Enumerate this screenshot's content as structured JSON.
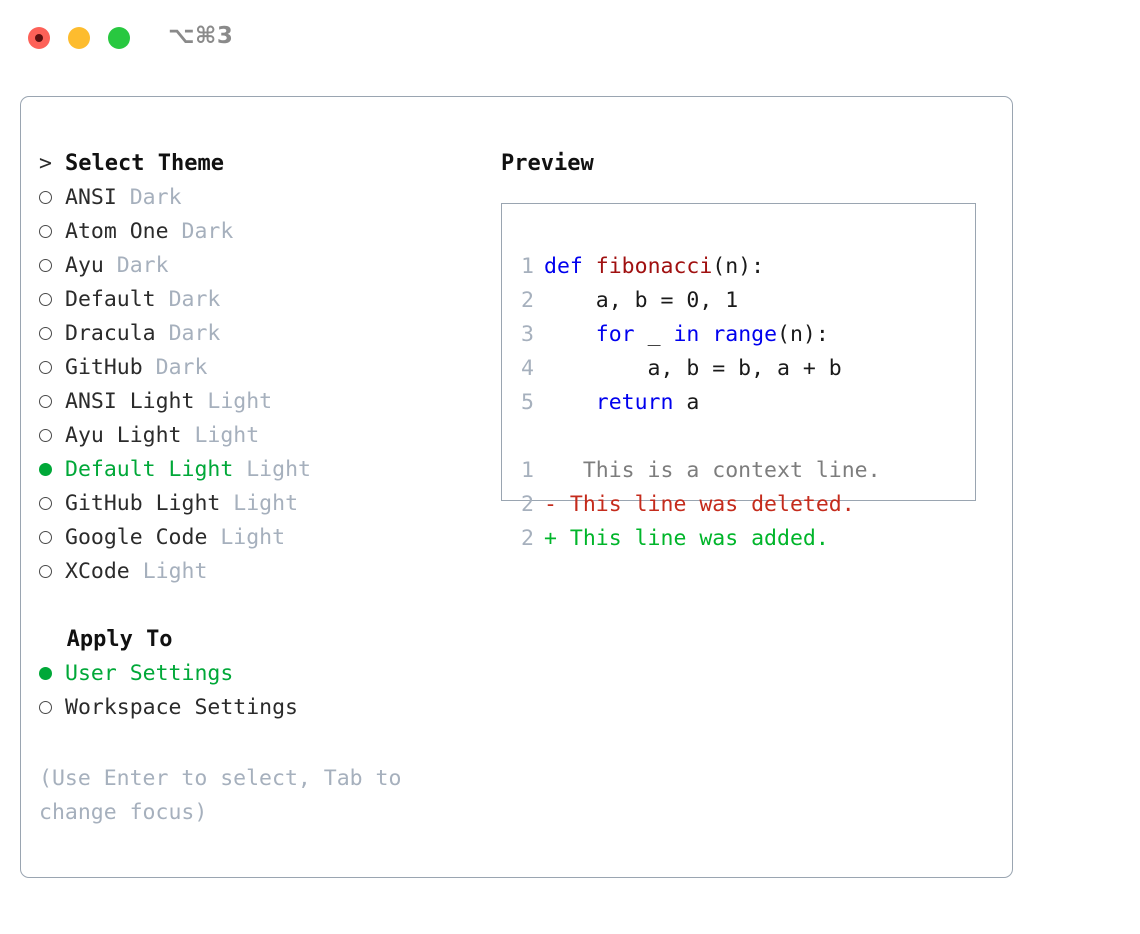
{
  "window": {
    "title_shortcut": "⌥⌘3",
    "traffic_lights": [
      {
        "name": "close",
        "color": "#FD6158"
      },
      {
        "name": "minimize",
        "color": "#FDBC2E"
      },
      {
        "name": "zoom",
        "color": "#28C840"
      }
    ]
  },
  "accent": {
    "selected_green": "#00A838",
    "muted_gray": "#A6B0BD",
    "border": "#9AA5B1"
  },
  "theme_picker": {
    "header_prefix": "> ",
    "header": "Select Theme",
    "items": [
      {
        "marker": "ring",
        "name": "ANSI",
        "mode": "Dark",
        "selected": false
      },
      {
        "marker": "ring",
        "name": "Atom One",
        "mode": "Dark",
        "selected": false
      },
      {
        "marker": "ring",
        "name": "Ayu",
        "mode": "Dark",
        "selected": false
      },
      {
        "marker": "ring",
        "name": "Default",
        "mode": "Dark",
        "selected": false
      },
      {
        "marker": "ring",
        "name": "Dracula",
        "mode": "Dark",
        "selected": false
      },
      {
        "marker": "ring",
        "name": "GitHub",
        "mode": "Dark",
        "selected": false
      },
      {
        "marker": "ring",
        "name": "ANSI Light",
        "mode": "Light",
        "selected": false
      },
      {
        "marker": "ring",
        "name": "Ayu Light",
        "mode": "Light",
        "selected": false
      },
      {
        "marker": "dot",
        "name": "Default Light",
        "mode": "Light",
        "selected": true
      },
      {
        "marker": "ring",
        "name": "GitHub Light",
        "mode": "Light",
        "selected": false
      },
      {
        "marker": "ring",
        "name": "Google Code",
        "mode": "Light",
        "selected": false
      },
      {
        "marker": "ring",
        "name": "XCode",
        "mode": "Light",
        "selected": false
      }
    ]
  },
  "apply_to": {
    "header": "Apply To",
    "options": [
      {
        "marker": "dot",
        "label": "User Settings",
        "selected": true
      },
      {
        "marker": "ring",
        "label": "Workspace Settings",
        "selected": false
      }
    ]
  },
  "hint": "(Use Enter to select, Tab to change focus)",
  "preview": {
    "title": "Preview",
    "code_lines": [
      {
        "no": "1",
        "tokens": [
          {
            "t": "def",
            "c": "kw"
          },
          {
            "t": " ",
            "c": "plain"
          },
          {
            "t": "fibonacci",
            "c": "fn"
          },
          {
            "t": "(n):",
            "c": "plain"
          }
        ]
      },
      {
        "no": "2",
        "tokens": [
          {
            "t": "    a, b = 0, 1",
            "c": "plain"
          }
        ]
      },
      {
        "no": "3",
        "tokens": [
          {
            "t": "    ",
            "c": "plain"
          },
          {
            "t": "for",
            "c": "kw"
          },
          {
            "t": " _ ",
            "c": "plain"
          },
          {
            "t": "in",
            "c": "kw"
          },
          {
            "t": " ",
            "c": "plain"
          },
          {
            "t": "range",
            "c": "kw"
          },
          {
            "t": "(n):",
            "c": "plain"
          }
        ]
      },
      {
        "no": "4",
        "tokens": [
          {
            "t": "        a, b = b, a + b",
            "c": "plain"
          }
        ]
      },
      {
        "no": "5",
        "tokens": [
          {
            "t": "    ",
            "c": "plain"
          },
          {
            "t": "return",
            "c": "kw"
          },
          {
            "t": " a",
            "c": "plain"
          }
        ]
      }
    ],
    "diff_lines": [
      {
        "no": "1",
        "sign": " ",
        "text": "  This is a context line.",
        "kind": "ctx"
      },
      {
        "no": "2",
        "sign": "-",
        "text": " This line was deleted.",
        "kind": "del"
      },
      {
        "no": "2",
        "sign": "+",
        "text": " This line was added.",
        "kind": "add"
      }
    ]
  }
}
